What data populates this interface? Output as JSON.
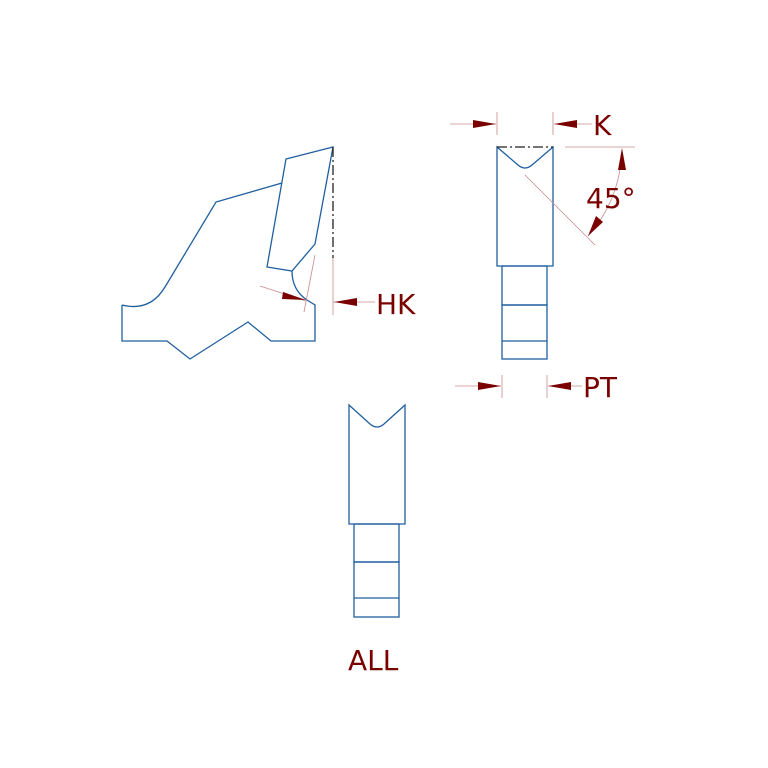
{
  "labels": {
    "hk": "HK",
    "k": "K",
    "angle": "45°",
    "pt": "PT",
    "all": "ALL"
  },
  "colors": {
    "outline": "#1f5fa0",
    "dimension": "#7a0000"
  }
}
